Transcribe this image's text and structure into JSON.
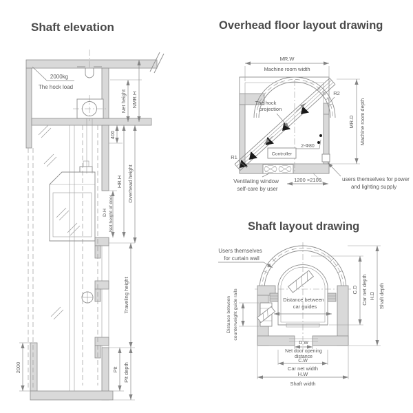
{
  "titles": {
    "elevation": "Shaft elevation",
    "overhead": "Overhead floor layout drawing",
    "shaft_layout": "Shaft layout drawing"
  },
  "colors": {
    "wall_fill": "#d9d9d9",
    "drawing_line": "#8c8c8c",
    "dimension_line": "#848484",
    "label_text": "#5a5a5a",
    "title_text": "#4a4a4a",
    "hook_marker": "#1a1a1a"
  },
  "elevation": {
    "hook_load_value": "2000kg",
    "hook_load_label": "The hock load",
    "dim_net_height": "Net height",
    "dim_nmr": "NMR.H",
    "dim_400": "400",
    "dim_hr": "HR.H",
    "dim_overhead": "Overhead height",
    "dim_dh": "D.H",
    "dim_door": "Net height of door",
    "dim_travel": "Traveling height",
    "dim_pit": "Pit",
    "dim_pit_depth": "Pit depth",
    "dim_2000": "2000"
  },
  "overhead": {
    "dim_mrw": "MR.W",
    "dim_mrw_desc": "Machine room width",
    "dim_mrd": "MR.D",
    "dim_mrd_desc": "Machine room depth",
    "hock_projection_1": "The hock",
    "hock_projection_2": "projection",
    "r1": "R1",
    "r2": "R2",
    "holes": "2-Φ80",
    "controller": "Controller",
    "vent_1": "Ventilating window",
    "vent_2": "self-care by user",
    "opening": "1200 ×2100",
    "power_1": "users themselves for power",
    "power_2": "and lighting supply"
  },
  "shaft": {
    "curtain_1": "Users themselves",
    "curtain_2": "for curtain wall",
    "guides_1": "Distance between",
    "guides_2": "car guides",
    "cwt_1": "Distance between",
    "cwt_2": "counterweight guide rails",
    "cd": "C.D",
    "cd_desc": "Car net depth",
    "hd": "H.D",
    "hd_desc": "Shaft depth",
    "dw": "D.W",
    "dw_desc1": "Net door opening",
    "dw_desc2": "distance",
    "cw": "C.W",
    "cw_desc": "Car net width",
    "hw": "H.W",
    "hw_desc": "Shaft width"
  }
}
